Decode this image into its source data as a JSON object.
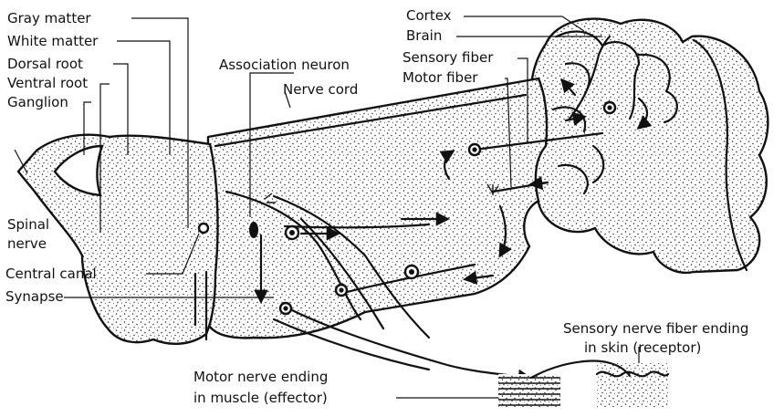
{
  "labels": {
    "gray_matter": "Gray matter",
    "white_matter": "White matter",
    "dorsal_root": "Dorsal root",
    "ventral_root": "Ventral root",
    "ganglion": "Ganglion",
    "spinal_nerve_1": "Spinal",
    "spinal_nerve_2": "nerve",
    "central_canal": "Central canal",
    "synapse": "Synapse",
    "association_neuron": "Association neuron",
    "nerve_cord": "Nerve cord",
    "cortex": "Cortex",
    "brain": "Brain",
    "sensory_fiber": "Sensory fiber",
    "motor_fiber": "Motor fiber",
    "receptor_line1": "Sensory nerve fiber ending",
    "receptor_line2": "in skin (receptor)",
    "effector_line1": "Motor nerve ending",
    "effector_line2": "in muscle (effector)"
  },
  "colors": {
    "ink": "#111111",
    "background": "#ffffff"
  }
}
